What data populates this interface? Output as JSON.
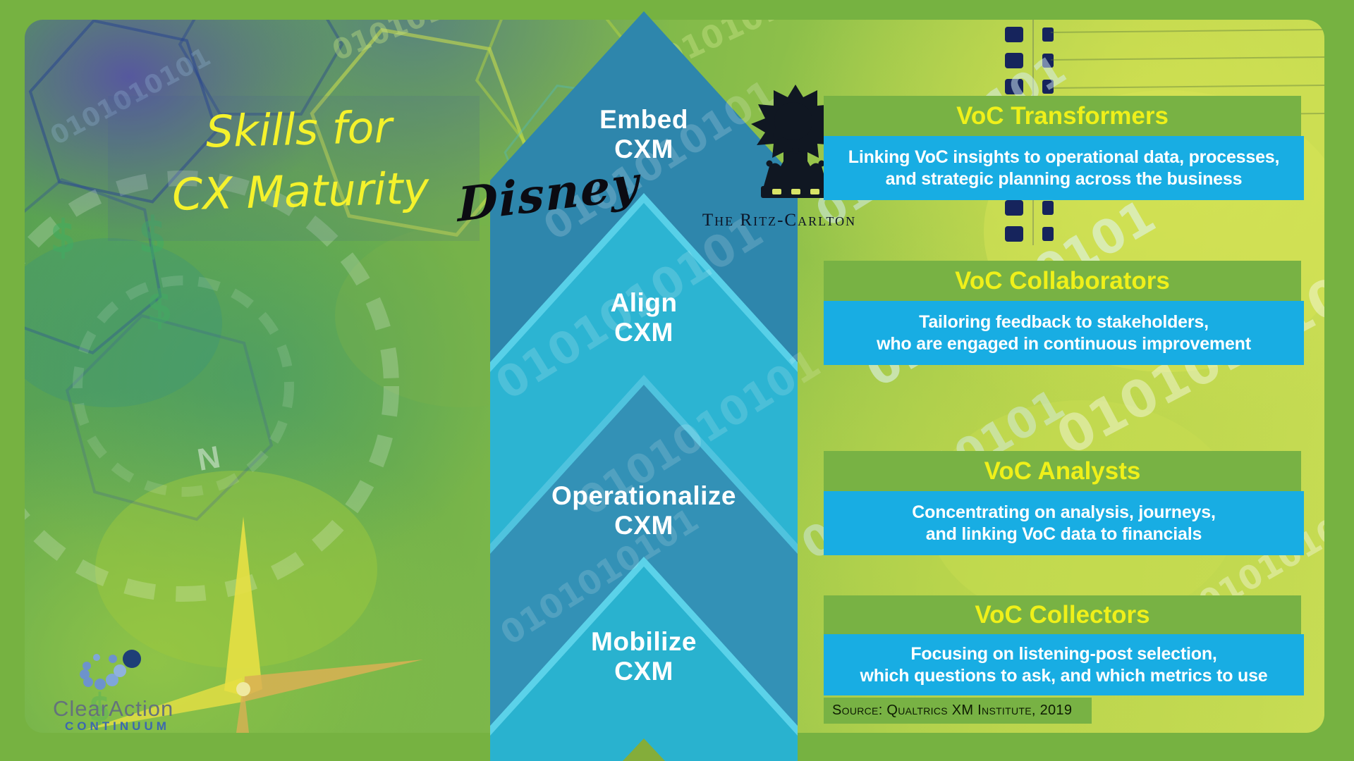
{
  "page": {
    "title_line1": "Skills for",
    "title_line2": "CX Maturity"
  },
  "maturity_ladder": {
    "levels": [
      {
        "line1": "Embed",
        "line2": "CXM"
      },
      {
        "line1": "Align",
        "line2": "CXM"
      },
      {
        "line1": "Operationalize",
        "line2": "CXM"
      },
      {
        "line1": "Mobilize",
        "line2": "CXM"
      }
    ]
  },
  "skill_boxes": [
    {
      "title": "VoC Transformers",
      "desc_line1": "Linking VoC insights to operational data, processes,",
      "desc_line2": "and strategic planning across the business"
    },
    {
      "title": "VoC Collaborators",
      "desc_line1": "Tailoring feedback to stakeholders,",
      "desc_line2": "who are engaged in continuous improvement"
    },
    {
      "title": "VoC Analysts",
      "desc_line1": "Concentrating on analysis, journeys,",
      "desc_line2": "and linking VoC data to financials"
    },
    {
      "title": "VoC Collectors",
      "desc_line1": "Focusing on listening-post selection,",
      "desc_line2": "which questions to ask, and which metrics to use"
    }
  ],
  "source": {
    "text": "Source: Qualtrics XM Institute, 2019"
  },
  "logos": {
    "disney": "Disney",
    "ritz_carlton": "The Ritz-Carlton",
    "clearaction": "ClearAction",
    "continuum": "CONTINUUM"
  },
  "background": {
    "binary_text": "0101010101"
  },
  "colors": {
    "frame_green": "#76b241",
    "box_header_green": "#78b244",
    "box_body_blue": "#18ade3",
    "box_title_yellow": "#eff01a",
    "title_yellow": "#f5f22c",
    "chevron_embed": "#2e86ac",
    "chevron_align": "#2cb4d2",
    "chevron_operationalize": "#3391b6",
    "chevron_mobilize": "#29b2cf",
    "chevron_edge_cyan": "#58d0e8"
  }
}
